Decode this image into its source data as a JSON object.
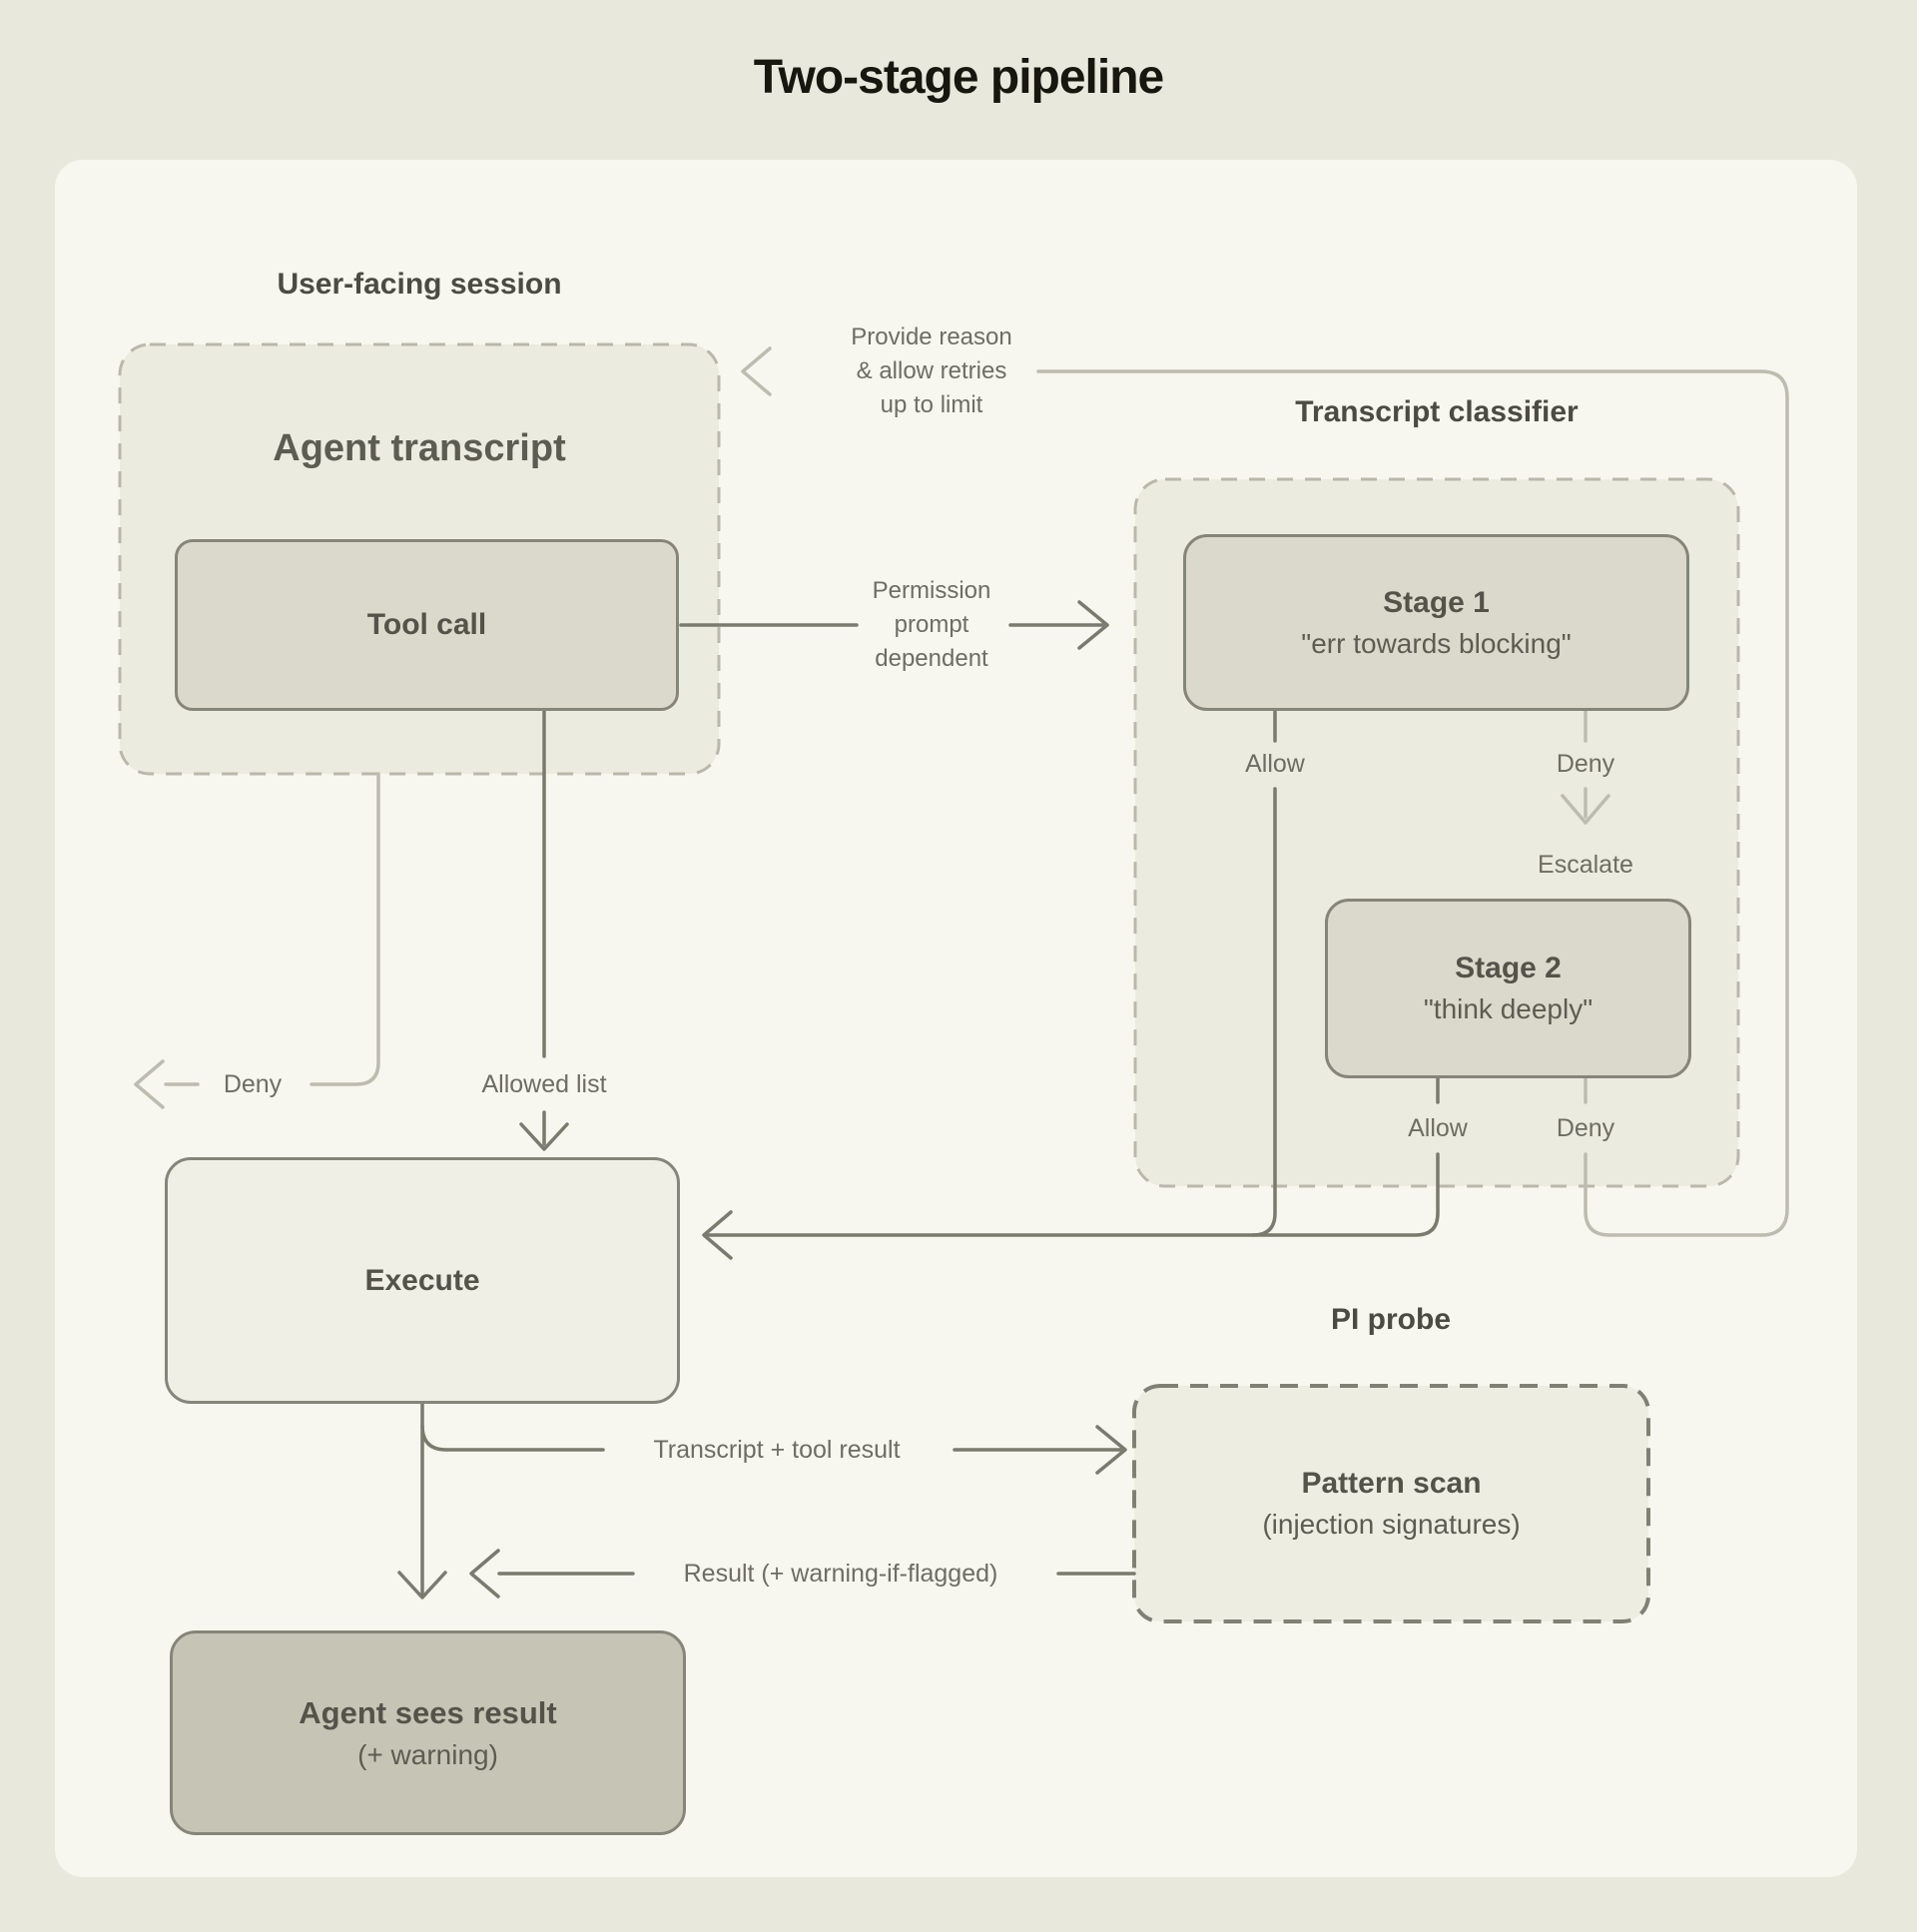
{
  "title": "Two-stage pipeline",
  "colors": {
    "page_bg": "#e9e8dd",
    "panel_bg": "#f8f7ef",
    "container_fill": "#ecebdf",
    "container_dash": "#b9b8ab",
    "node_fill": "#dbd9cb",
    "node_border": "#85857a",
    "execute_fill": "#f0efe6",
    "result_fill": "#c6c5b5",
    "pattern_fill": "#eeede2",
    "pattern_dash": "#808075",
    "line_dark": "#7a7a6f",
    "line_light": "#bdbcb0",
    "title_text": "#17170f",
    "heading_text": "#4b4b42",
    "node_text": "#53534a",
    "label_text": "#6d6d63"
  },
  "sections": {
    "user_facing": {
      "heading": "User-facing session",
      "container_label": "Agent transcript"
    },
    "classifier": {
      "heading": "Transcript classifier"
    },
    "pi_probe": {
      "heading": "PI probe"
    }
  },
  "nodes": {
    "tool_call": {
      "label": "Tool call"
    },
    "stage1": {
      "label": "Stage 1",
      "subtitle": "\"err towards blocking\""
    },
    "stage2": {
      "label": "Stage 2",
      "subtitle": "\"think deeply\""
    },
    "execute": {
      "label": "Execute"
    },
    "pattern_scan": {
      "label": "Pattern scan",
      "subtitle": "(injection signatures)"
    },
    "agent_sees_result": {
      "label": "Agent sees result",
      "subtitle": "(+ warning)"
    }
  },
  "edges": {
    "provide_reason": {
      "l1": "Provide reason",
      "l2": "& allow retries",
      "l3": "up to limit"
    },
    "permission_prompt": {
      "l1": "Permission",
      "l2": "prompt",
      "l3": "dependent"
    },
    "stage1_allow": "Allow",
    "stage1_deny": "Deny",
    "escalate": "Escalate",
    "stage2_allow": "Allow",
    "stage2_deny": "Deny",
    "user_deny": "Deny",
    "allowed_list": "Allowed list",
    "transcript_tool_result": "Transcript + tool result",
    "result_warning": "Result (+ warning-if-flagged)"
  }
}
